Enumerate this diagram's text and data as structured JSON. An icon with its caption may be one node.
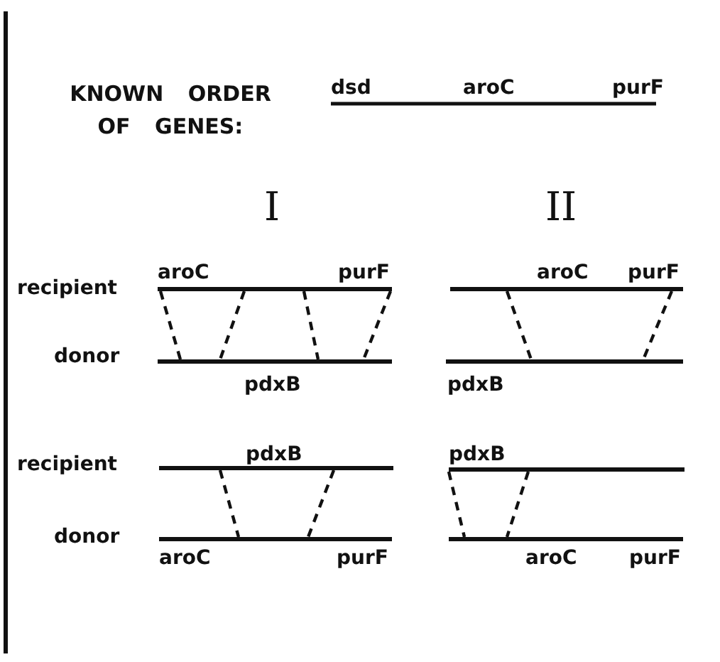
{
  "diagram": {
    "nodes": [
      {
        "text": [],
        "shape": "bar"
      },
      {
        "text": [],
        "shape": "bar"
      },
      {
        "text": [],
        "shape": "bar"
      },
      {
        "text": [],
        "shape": "bar"
      },
      {
        "text": [],
        "shape": "bar"
      },
      {
        "text": [],
        "shape": "bar"
      },
      {
        "text": [],
        "shape": "bar"
      },
      {
        "text": [],
        "shape": "bar"
      }
    ],
    "edges": [
      {
        "from": 0,
        "to": 1,
        "arrow": "none",
        "style": "dashed"
      },
      {
        "from": 0,
        "to": 1,
        "arrow": "none",
        "style": "dashed"
      },
      {
        "from": 0,
        "to": 1,
        "arrow": "none",
        "style": "dashed"
      },
      {
        "from": 0,
        "to": 1,
        "arrow": "none",
        "style": "dashed"
      },
      {
        "from": 2,
        "to": 3,
        "arrow": "none",
        "style": "dashed"
      },
      {
        "from": 2,
        "to": 3,
        "arrow": "none",
        "style": "dashed"
      },
      {
        "from": 4,
        "to": 5,
        "arrow": "none",
        "style": "dashed"
      },
      {
        "from": 4,
        "to": 5,
        "arrow": "none",
        "style": "dashed"
      },
      {
        "from": 6,
        "to": 7,
        "arrow": "none",
        "style": "dashed"
      },
      {
        "from": 6,
        "to": 7,
        "arrow": "none",
        "style": "dashed"
      }
    ],
    "labels": [
      "KNOWN ORDER OF GENES:",
      "dsd",
      "aroC",
      "purF",
      "I",
      "II",
      "recipient",
      "aroC",
      "purF",
      "aroC",
      "purF",
      "donor",
      "pdxB",
      "pdxB",
      "recipient",
      "pdxB",
      "pdxB",
      "donor",
      "aroC",
      "purF",
      "aroC",
      "purF"
    ]
  }
}
